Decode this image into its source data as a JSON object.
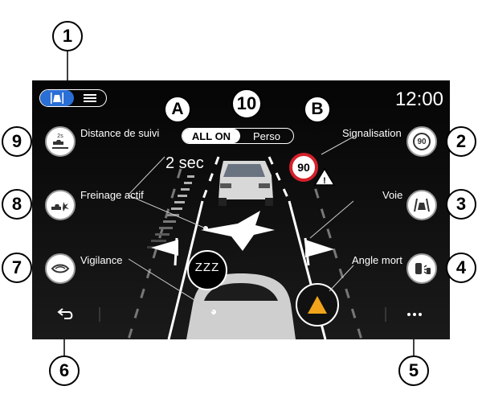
{
  "header": {
    "clock": "12:00",
    "mode_toggle": {
      "active": "driving-view-icon",
      "inactive": "list-menu-icon",
      "active_color": "#2a6fd6"
    },
    "preset": {
      "on_label": "ALL ON",
      "off_label": "Perso"
    }
  },
  "functions": {
    "following_distance": {
      "label": "Distance de suivi",
      "value": "2 sec",
      "icon": "following-distance-icon"
    },
    "active_braking": {
      "label": "Freinage actif",
      "icon": "active-braking-icon"
    },
    "vigilance": {
      "label": "Vigilance",
      "icon": "driver-vigilance-icon"
    },
    "signalisation": {
      "label": "Signalisation",
      "icon": "speed-limit-icon",
      "icon_text": "90"
    },
    "lane": {
      "label": "Voie",
      "icon": "lane-keeping-icon"
    },
    "blind_spot": {
      "label": "Angle mort",
      "icon": "blind-spot-icon"
    }
  },
  "scene": {
    "speed_sign": "90",
    "sleep_glyph": "ZZZ"
  },
  "bottom": {
    "back": "back-arrow-icon",
    "more": "more-options-icon"
  },
  "callouts": {
    "n1": "1",
    "n2": "2",
    "n3": "3",
    "n4": "4",
    "n5": "5",
    "n6": "6",
    "n7": "7",
    "n8": "8",
    "n9": "9",
    "n10": "10",
    "a": "A",
    "b": "B"
  }
}
